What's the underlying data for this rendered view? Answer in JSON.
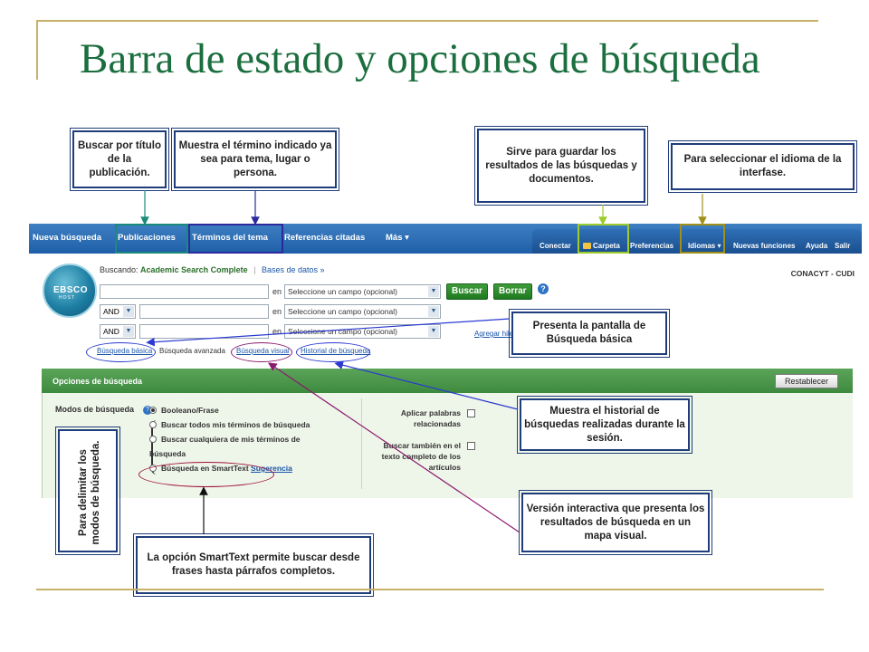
{
  "slide": {
    "title": "Barra de estado y opciones de búsqueda"
  },
  "nav": {
    "new_search": "Nueva búsqueda",
    "publications": "Publicaciones",
    "subject_terms": "Términos del tema",
    "cited_refs": "Referencias citadas",
    "more": "Más ▾",
    "connect": "Conectar",
    "folder": "Carpeta",
    "preferences": "Preferencias",
    "languages": "Idiomas ▾",
    "new_features": "Nuevas funciones",
    "help": "Ayuda",
    "exit": "Salir"
  },
  "search": {
    "searching_label": "Buscando:",
    "database": "Academic Search Complete",
    "databases_link": "Bases de datos »",
    "org": "CONACYT - CUDI",
    "en": "en",
    "field_select": "Seleccione un campo (opcional)",
    "bool_and": "AND",
    "search_btn": "Buscar",
    "clear_btn": "Borrar",
    "help": "?",
    "add_row": "Agregar hilera",
    "logo_text": "EBSCO",
    "logo_sub": "HOST"
  },
  "modes_links": {
    "basic": "Búsqueda básica",
    "advanced": "Búsqueda avanzada",
    "visual": "Búsqueda visual",
    "history": "Historial de búsqueda"
  },
  "options": {
    "header": "Opciones de búsqueda",
    "reset": "Restablecer",
    "modes_label": "Modos de búsqueda",
    "radio_boolean": "Booleano/Frase",
    "radio_all": "Buscar todos mis términos de búsqueda",
    "radio_any_1": "Buscar cualquiera de mis términos de",
    "radio_any_2": "búsqueda",
    "radio_smart": "Búsqueda en SmartText",
    "suggestion": "Sugerencia",
    "apply_related_1": "Aplicar palabras",
    "apply_related_2": "relacionadas",
    "fulltext_1": "Buscar también en el",
    "fulltext_2": "texto completo de los",
    "fulltext_3": "artículos"
  },
  "callouts": {
    "publications": "Buscar por título de la publicación.",
    "subject": "Muestra el término indicado ya sea para tema, lugar o persona.",
    "folder": "Sirve para guardar los resultados de las búsquedas y documentos.",
    "language": "Para seleccionar el idioma de la interfase.",
    "basic": "Presenta la pantalla de Búsqueda básica",
    "history": "Muestra el historial de búsquedas realizadas durante la sesión.",
    "visual": "Versión interactiva que presenta los resultados de búsqueda en un mapa visual.",
    "smarttext": "La opción SmartText permite buscar desde frases hasta párrafos completos.",
    "modes": "Para delimitar los modos de búsqueda."
  },
  "colors": {
    "title_green": "#1b6e3e",
    "nav_blue": "#1d5ea8",
    "callout_border": "#1f3d7a",
    "teal": "#1b8a7a",
    "navy": "#2a2a9e",
    "lime": "#9ecb2e",
    "olive": "#a0901a",
    "purple": "#8c1a6e",
    "blue": "#2a3ad0",
    "dark_red": "#a0103a"
  }
}
